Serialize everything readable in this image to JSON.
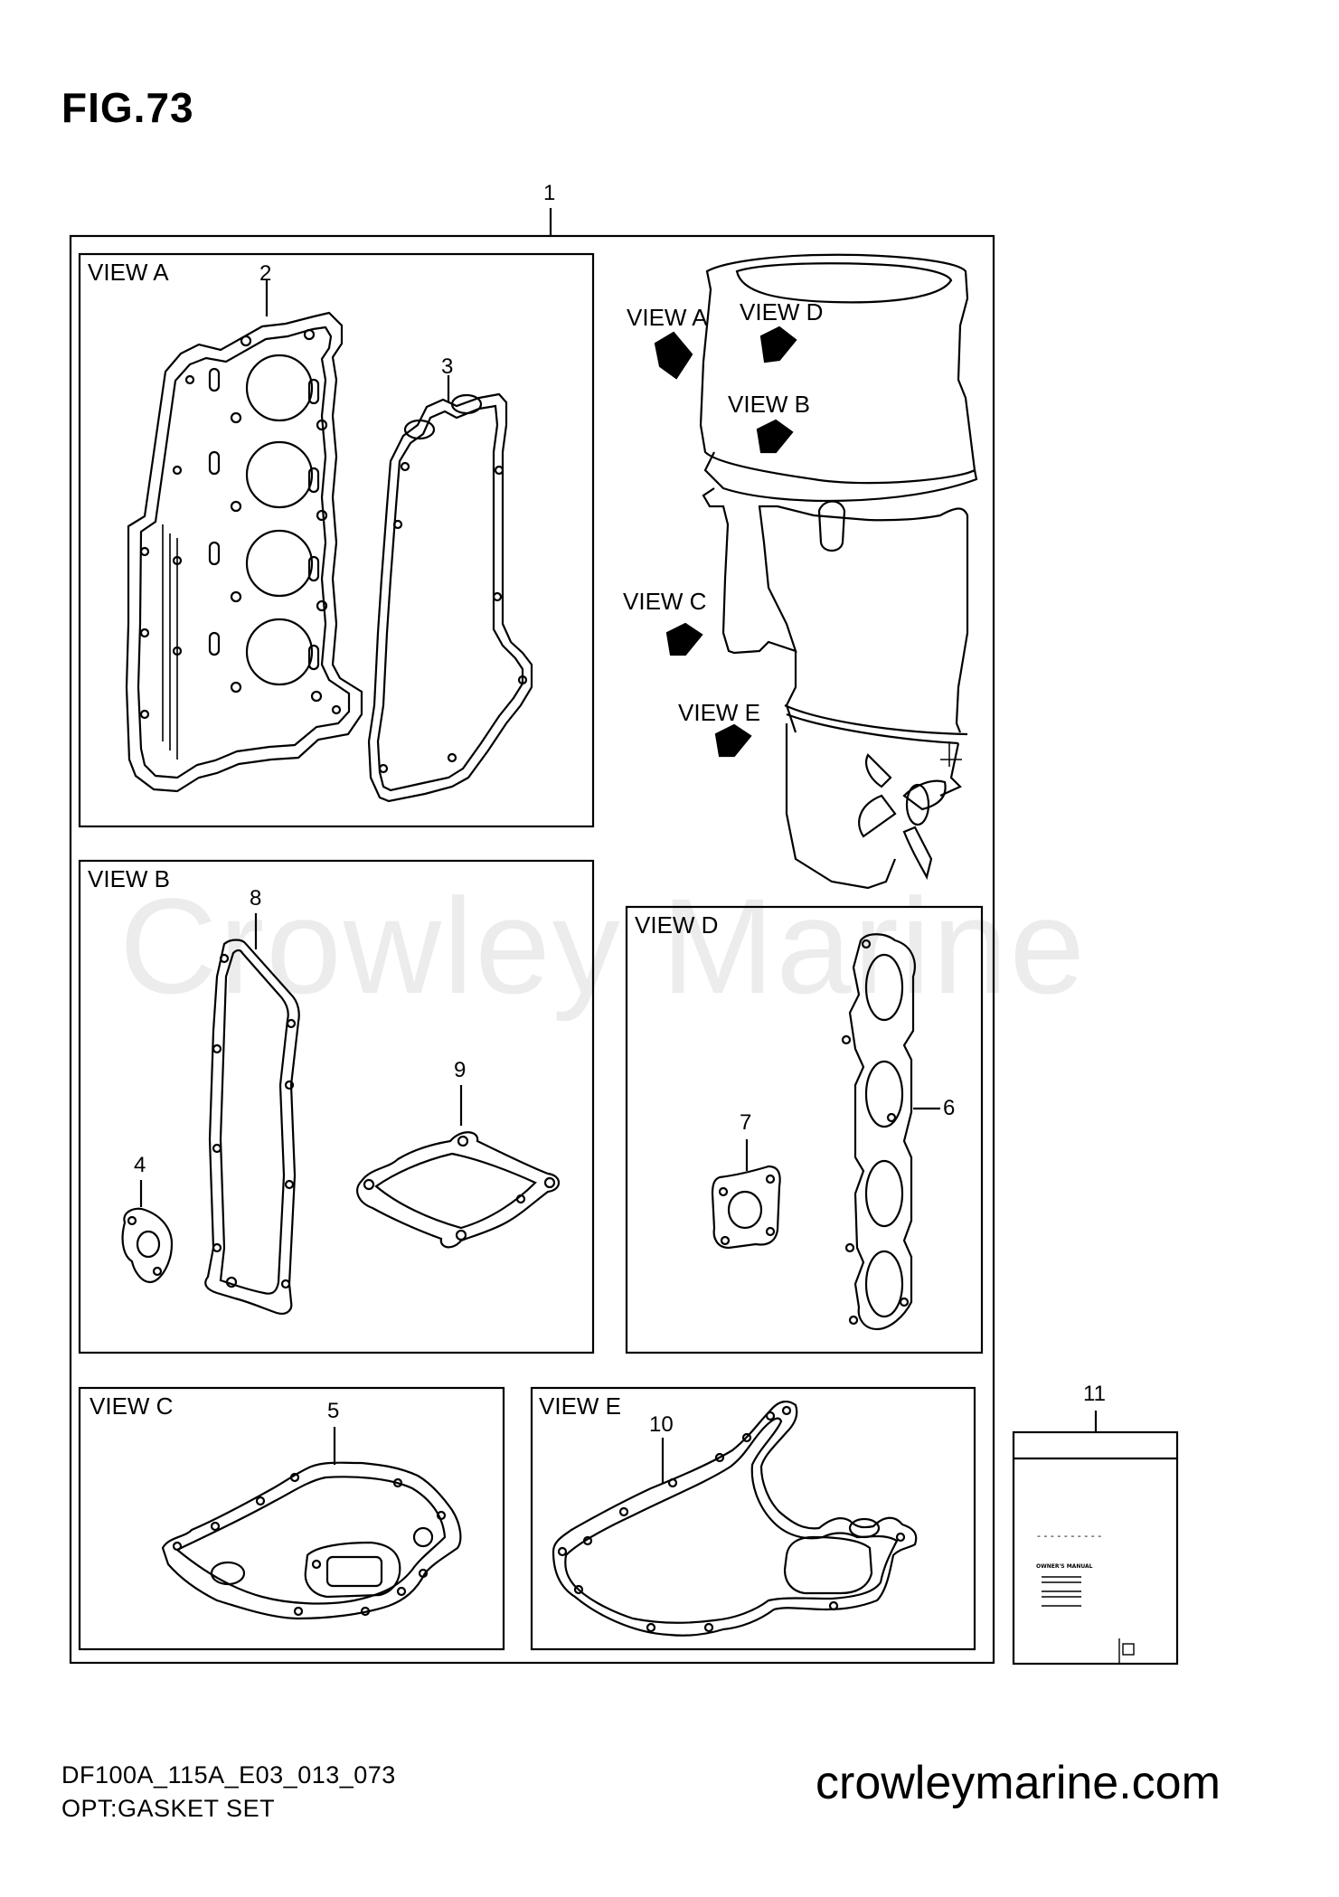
{
  "figure": {
    "title": "FIG.73"
  },
  "watermark": "Crowley Marine",
  "views": {
    "a": "VIEW A",
    "b": "VIEW B",
    "c": "VIEW C",
    "d": "VIEW D",
    "e": "VIEW E"
  },
  "callouts": {
    "p1": "1",
    "p2": "2",
    "p3": "3",
    "p4": "4",
    "p5": "5",
    "p6": "6",
    "p7": "7",
    "p8": "8",
    "p9": "9",
    "p10": "10",
    "p11": "11"
  },
  "manual": {
    "line1": "- - - - - - - - - -",
    "heading": "OWNER'S MANUAL"
  },
  "footer": {
    "code": "DF100A_115A_E03_013_073",
    "name": "OPT:GASKET SET",
    "site": "crowleymarine.com"
  }
}
